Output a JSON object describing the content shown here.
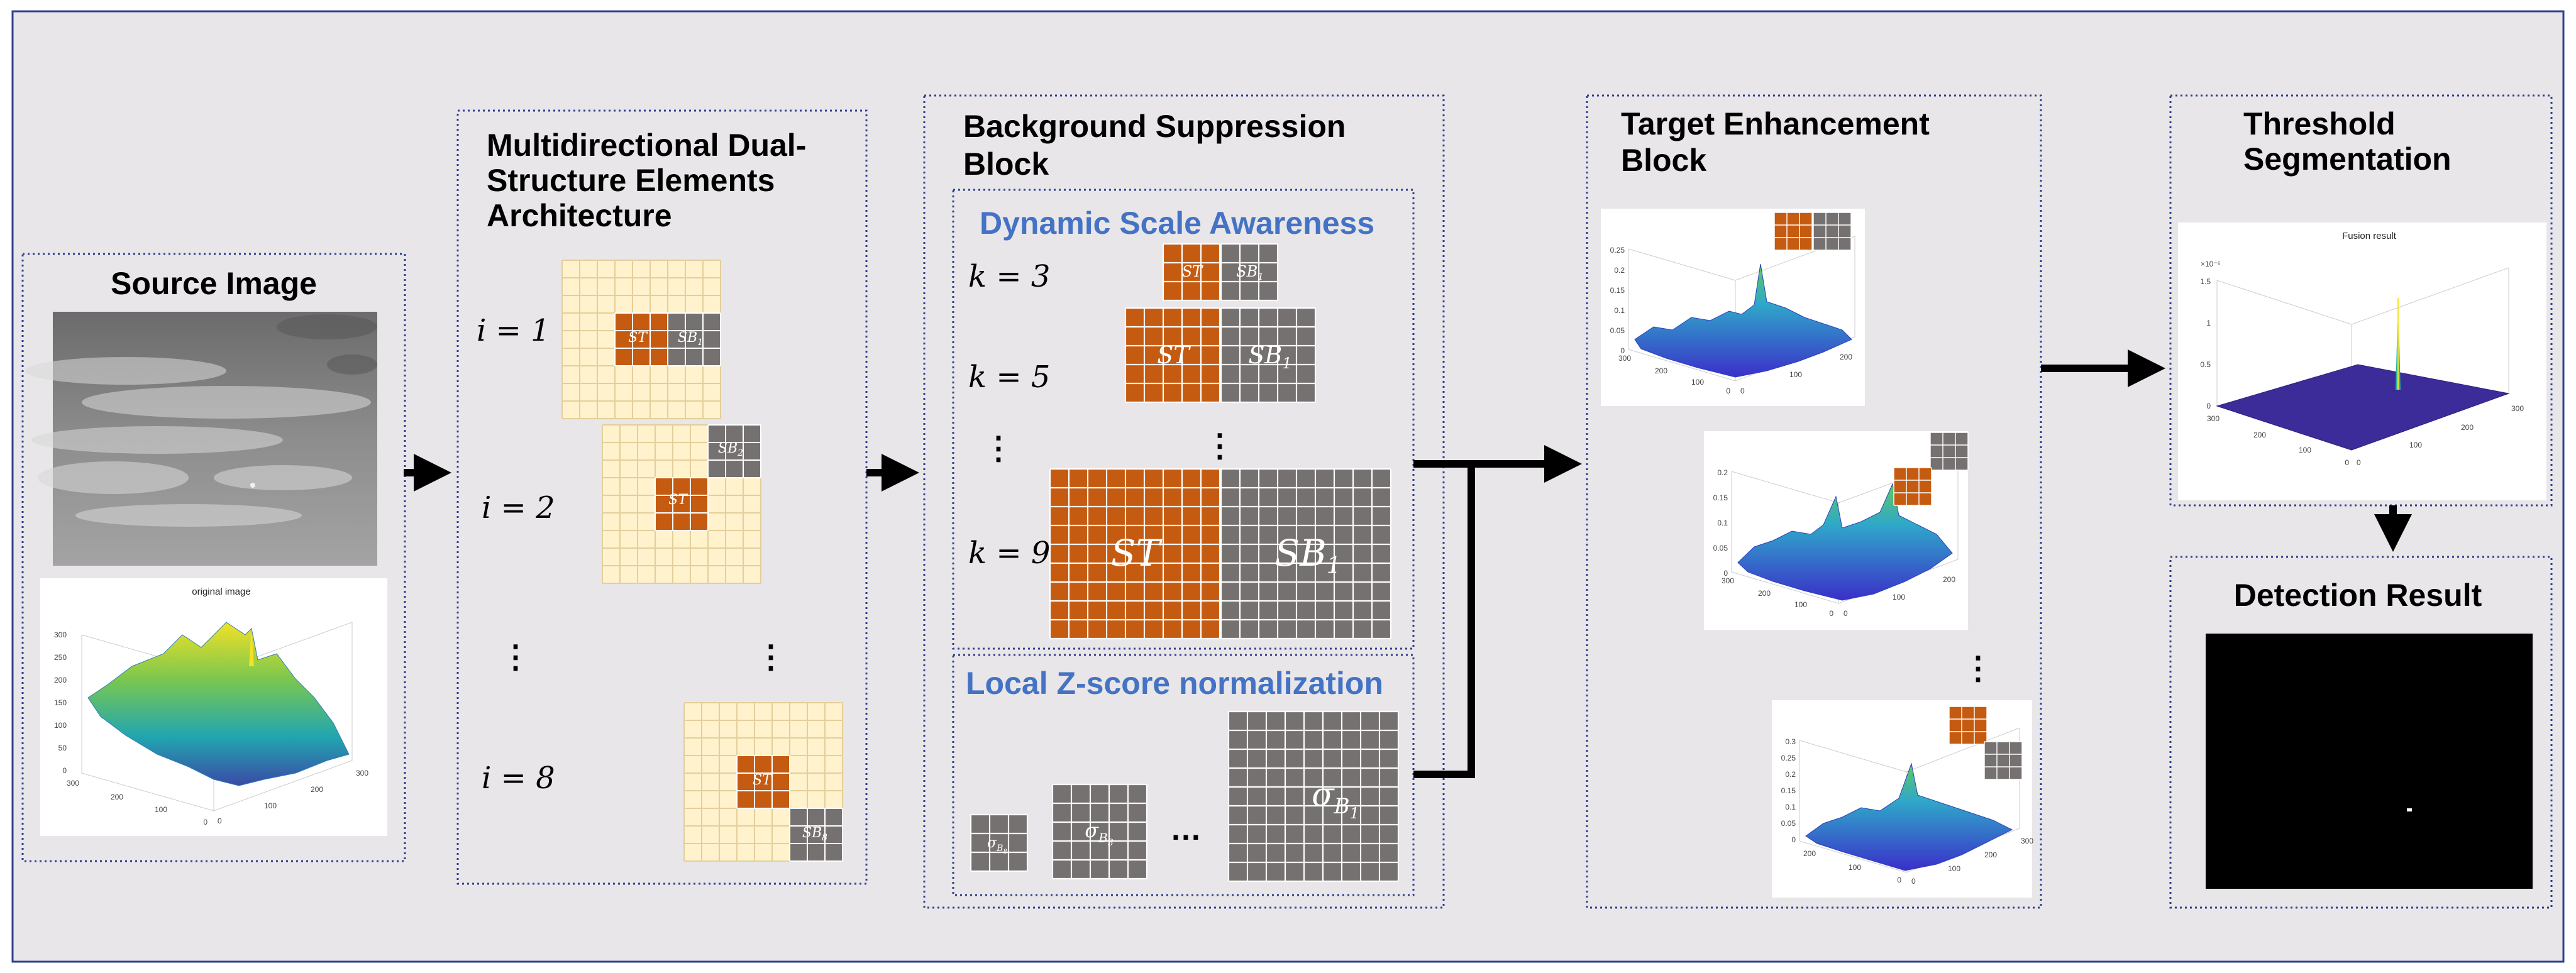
{
  "blocks": {
    "source": {
      "title": "Source Image",
      "plot_title": "original image"
    },
    "mdse": {
      "title_lines": [
        "Multidirectional Dual-",
        "Structure Elements",
        "Architecture"
      ]
    },
    "bsb": {
      "title_lines": [
        "Background Suppression",
        "Block"
      ],
      "dsa_title": "Dynamic Scale Awareness",
      "lzn_title": "Local Z-score normalization"
    },
    "teb": {
      "title_lines": [
        "Target Enhancement",
        "Block"
      ]
    },
    "threshold": {
      "title_lines": [
        "Threshold",
        "Segmentation"
      ],
      "plot_title": "Fusion result"
    },
    "detection": {
      "title": "Detection Result"
    }
  },
  "labels": {
    "i_values": [
      "i = 1",
      "i = 2",
      "i = 8"
    ],
    "k_values": [
      "k = 3",
      "k = 5",
      "k = 9"
    ],
    "st": "ST",
    "sb_base": "SB",
    "sb_subs": [
      "1",
      "2",
      "8"
    ],
    "sigma_base": "σ",
    "sigma_b": "B",
    "sigma_subs": [
      "8",
      "3",
      "1"
    ],
    "vertical_ellipsis": "⋮",
    "horizontal_ellipsis": "…",
    "exp_label": "×10⁻⁶"
  },
  "axes": {
    "source_z": [
      "300",
      "250",
      "200",
      "150",
      "100",
      "50",
      "0"
    ],
    "source_x": [
      "300",
      "200",
      "100",
      "0"
    ],
    "source_y": [
      "0",
      "100",
      "200",
      "300"
    ],
    "te_z1": [
      "0.25",
      "0.2",
      "0.15",
      "0.1",
      "0.05",
      "0"
    ],
    "te_x1": [
      "300",
      "200",
      "100",
      "0"
    ],
    "te_y1": [
      "0",
      "100",
      "200"
    ],
    "te_z2": [
      "0.2",
      "0.15",
      "0.1",
      "0.05",
      "0"
    ],
    "te_x2": [
      "300",
      "200",
      "100",
      "0"
    ],
    "te_y2": [
      "0",
      "100",
      "200"
    ],
    "te_z3": [
      "0.3",
      "0.25",
      "0.2",
      "0.15",
      "0.1",
      "0.05",
      "0"
    ],
    "te_x3": [
      "200",
      "100",
      "0"
    ],
    "te_y3": [
      "0",
      "100",
      "200",
      "300"
    ],
    "fz": [
      "1.5",
      "1",
      "0.5",
      "0"
    ],
    "fx": [
      "300",
      "200",
      "100",
      "0"
    ],
    "fy": [
      "0",
      "100",
      "200",
      "300"
    ]
  },
  "colors": {
    "background": "#e8e6e8",
    "st_orange": "#c55a11",
    "sb_gray": "#767171",
    "cream": "#fff2cc",
    "title_blue": "#4472c4",
    "border": "#2f3f8f"
  }
}
